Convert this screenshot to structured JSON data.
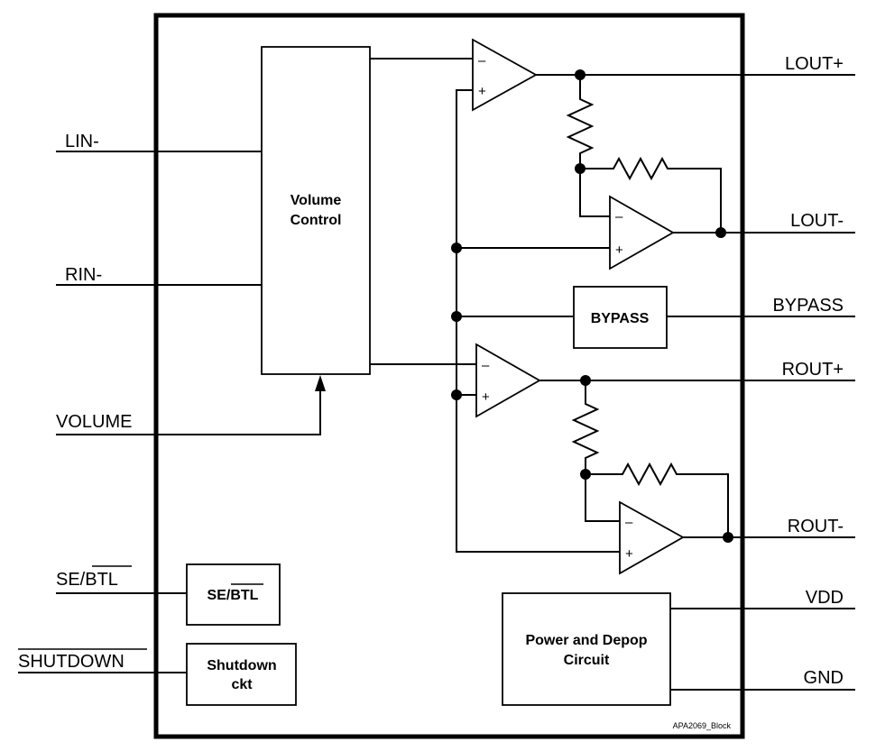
{
  "pins": {
    "lin": "LIN-",
    "rin": "RIN-",
    "volume": "VOLUME",
    "se_btl": "SE/BTL",
    "shutdown": "SHUTDOWN",
    "lout_plus": "LOUT+",
    "lout_minus": "LOUT-",
    "bypass": "BYPASS",
    "rout_plus": "ROUT+",
    "rout_minus": "ROUT-",
    "vdd": "VDD",
    "gnd": "GND"
  },
  "blocks": {
    "volume_control": [
      "Volume",
      "Control"
    ],
    "bypass": "BYPASS",
    "se_btl": "SE/BTL",
    "shutdown": [
      "Shutdown",
      "ckt"
    ],
    "power": [
      "Power and Depop",
      "Circuit"
    ]
  },
  "amp_signs": {
    "minus": "–",
    "plus": "+"
  },
  "figure_id": "APA2069_Block"
}
